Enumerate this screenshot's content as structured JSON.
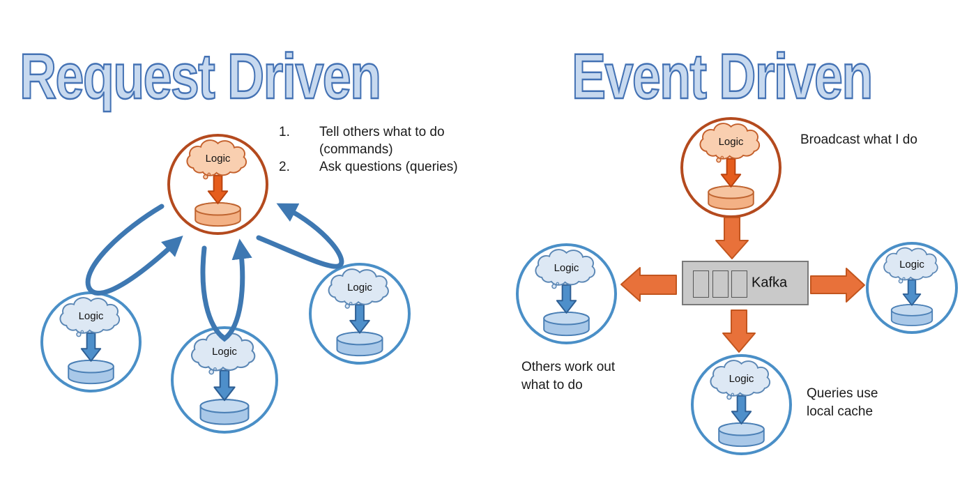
{
  "left_panel": {
    "title": "Request Driven",
    "notes": [
      {
        "number": "1.",
        "text": "Tell others what to do (commands)"
      },
      {
        "number": "2.",
        "text": "Ask questions (queries)"
      }
    ],
    "hub_node": {
      "label": "Logic"
    },
    "spoke_nodes": [
      {
        "label": "Logic"
      },
      {
        "label": "Logic"
      },
      {
        "label": "Logic"
      }
    ]
  },
  "right_panel": {
    "title": "Event Driven",
    "hub_node": {
      "label": "Logic"
    },
    "hub_caption": "Broadcast what I do",
    "broker": {
      "label": "Kafka"
    },
    "spoke_nodes": [
      {
        "label": "Logic"
      },
      {
        "label": "Logic"
      },
      {
        "label": "Logic"
      }
    ],
    "left_caption": "Others work out\nwhat to do",
    "right_caption": "Queries use\nlocal cache"
  },
  "colors": {
    "title_fill": "#c7d9ef",
    "title_stroke": "#4472b4",
    "request_hub_border": "#b44a1e",
    "node_blue_border": "#4a8fc7",
    "arrow_blue": "#3e78b2",
    "block_arrow_orange": "#e8713a",
    "block_arrow_orange_border": "#c2551e",
    "kafka_gray": "#c9c9c9"
  }
}
